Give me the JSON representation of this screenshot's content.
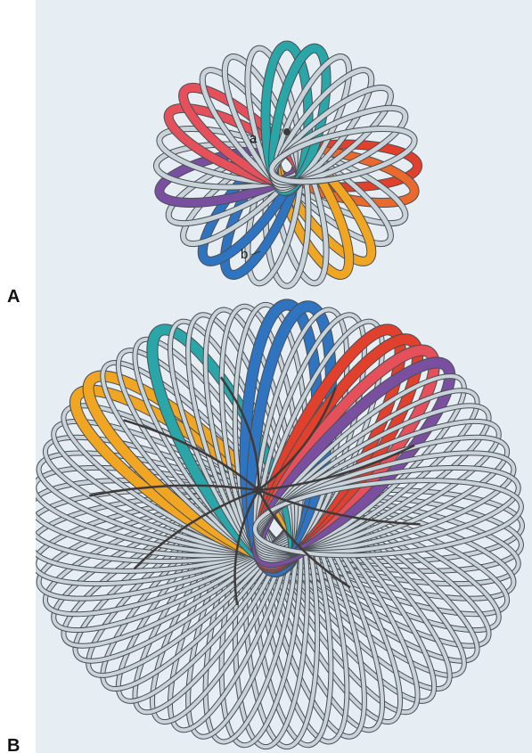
{
  "panels": [
    {
      "label": "A",
      "annotations": [
        "a",
        "b"
      ]
    },
    {
      "label": "B"
    }
  ],
  "palette": {
    "background": "#e6eef3",
    "band_outline": "#4a4f55",
    "band_grey": "#c9d4da",
    "highlight_colors": [
      "#e0402c",
      "#f0a623",
      "#2f74c0",
      "#2aa6a8",
      "#e5505a",
      "#e96a2c",
      "#7a4fa0"
    ]
  }
}
